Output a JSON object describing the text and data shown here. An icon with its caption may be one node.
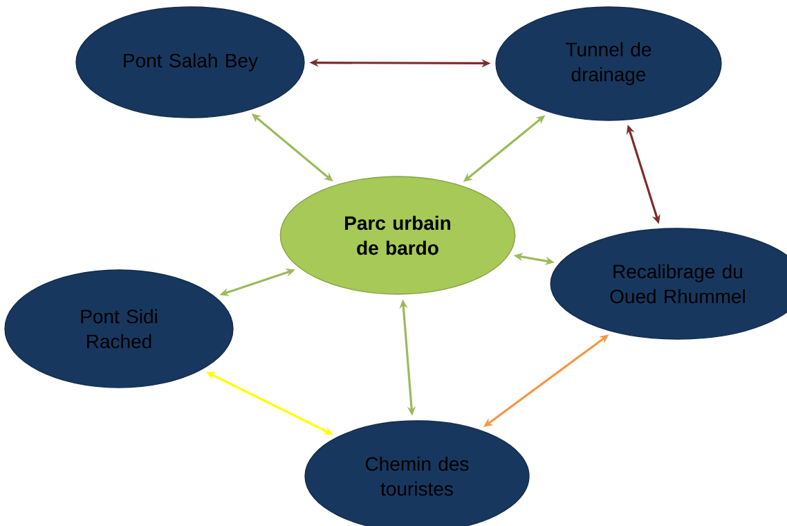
{
  "diagram": {
    "nodes": [
      {
        "text": [
          "Pont Salah Bey"
        ]
      },
      {
        "text": [
          "Tunnel de drainage"
        ]
      },
      {
        "text": [
          "Parc urbain de bardo"
        ]
      },
      {
        "text": [
          "Recalibrage du Oued Rhummel"
        ]
      },
      {
        "text": [
          "Pont Sidi Rached"
        ]
      },
      {
        "text": [
          "Chemin des touristes"
        ]
      }
    ],
    "edges": [
      {
        "from": 0,
        "to": 1,
        "arrow": "both",
        "color": "#7b2c2c"
      },
      {
        "from": 0,
        "to": 2,
        "arrow": "both"
      },
      {
        "from": 1,
        "to": 2,
        "arrow": "both"
      },
      {
        "from": 1,
        "to": 3,
        "arrow": "both",
        "color": "#7b2c2c"
      },
      {
        "from": 2,
        "to": 4,
        "arrow": "both"
      },
      {
        "from": 2,
        "to": 3,
        "arrow": "both"
      },
      {
        "from": 2,
        "to": 5,
        "arrow": "both"
      },
      {
        "from": 4,
        "to": 5,
        "arrow": "both",
        "color": "#ffff00"
      },
      {
        "from": 3,
        "to": 5,
        "arrow": "both",
        "color": "#f79646"
      }
    ]
  }
}
